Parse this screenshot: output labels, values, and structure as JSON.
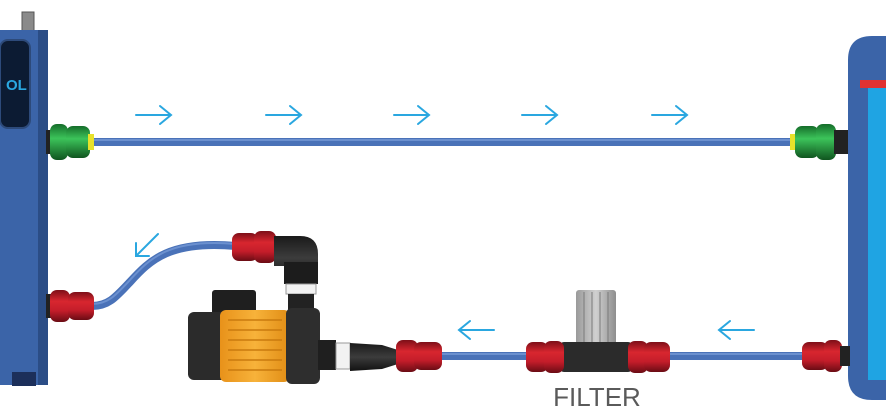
{
  "labels": {
    "filter": "FILTER",
    "left_unit_display": "OL"
  },
  "colors": {
    "unit_blue": "#3b64a8",
    "unit_dark": "#2b4d86",
    "pipe": "#4a72b8",
    "pipe_light": "#6b90cf",
    "arrow": "#2aa7e0",
    "red_connector": "#c41d2a",
    "red_connector_dark": "#7d0f18",
    "green_connector": "#2fa84a",
    "green_connector_dark": "#156d2a",
    "yellow_ring": "#e8e22a",
    "pump_body": "#f5a623",
    "pump_dark": "#2b2b2b",
    "filter_housing": "#b8b8b8",
    "right_tank_stripe": "#1fa4e3",
    "right_tank_red": "#e03232"
  },
  "flow": {
    "top_pipe_direction": "right",
    "bottom_pipe_direction": "left",
    "return_pipe_direction": "down-left"
  },
  "components": {
    "left_unit": "control-unit",
    "right_unit": "tank",
    "pump": "pump",
    "filter": "filter"
  }
}
